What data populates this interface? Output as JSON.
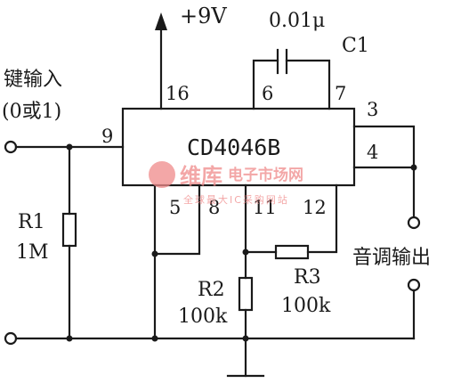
{
  "supply": {
    "label": "+9V"
  },
  "capacitor": {
    "value": "0.01μ",
    "name": "C1"
  },
  "chip": {
    "name": "CD4046B",
    "pins": {
      "p16": "16",
      "p6": "6",
      "p7": "7",
      "p3": "3",
      "p4": "4",
      "p9": "9",
      "p5": "5",
      "p8": "8",
      "p11": "11",
      "p12": "12"
    }
  },
  "input": {
    "line1": "键输入",
    "line2": "(0或1)"
  },
  "output": {
    "label": "音调输出"
  },
  "r1": {
    "name": "R1",
    "value": "1M"
  },
  "r2": {
    "name": "R2",
    "value": "100k"
  },
  "r3": {
    "name": "R3",
    "value": "100k"
  },
  "watermark": {
    "brand": "维库",
    "site": "电子市场网",
    "slogan": "全球最大IC采购网站"
  },
  "colors": {
    "ink": "#1a1a1a",
    "watermark": "#f08a8a"
  }
}
